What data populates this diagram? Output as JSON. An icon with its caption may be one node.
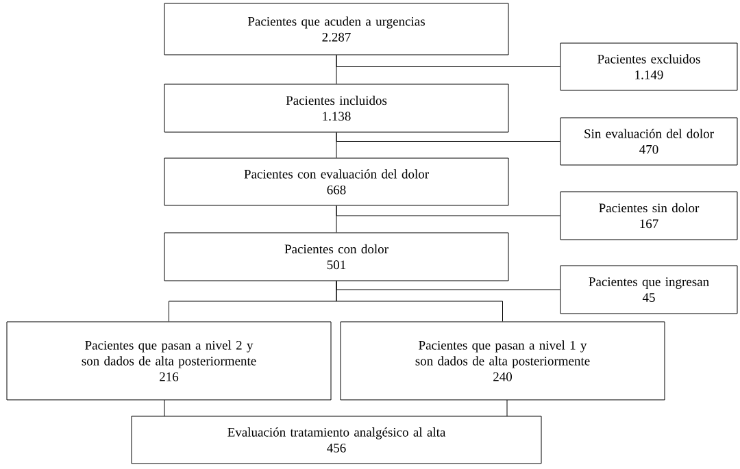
{
  "diagram": {
    "nodes": [
      {
        "text": [
          "Pacientes que acuden a urgencias",
          "2.287"
        ]
      },
      {
        "text": [
          "Pacientes excluidos",
          "1.149"
        ]
      },
      {
        "text": [
          "Pacientes incluidos",
          "1.138"
        ]
      },
      {
        "text": [
          "Sin evaluación del dolor",
          "470"
        ]
      },
      {
        "text": [
          "Pacientes con evaluación del dolor",
          "668"
        ]
      },
      {
        "text": [
          "Pacientes sin dolor",
          "167"
        ]
      },
      {
        "text": [
          "Pacientes con dolor",
          "501"
        ]
      },
      {
        "text": [
          "Pacientes que ingresan",
          "45"
        ]
      },
      {
        "text": [
          "Pacientes que pasan a nivel 2 y son dados de alta posteriormente",
          "216"
        ]
      },
      {
        "text": [
          "Pacientes que pasan a nivel 1 y son dados de alta posteriormente",
          "240"
        ]
      },
      {
        "text": [
          "Evaluación tratamiento analgésico al alta",
          "456"
        ]
      }
    ],
    "edges": [
      {
        "from": 0,
        "to": 2,
        "arrow": "none"
      },
      {
        "from": 0,
        "to": 1,
        "arrow": "none"
      },
      {
        "from": 2,
        "to": 4,
        "arrow": "none"
      },
      {
        "from": 2,
        "to": 3,
        "arrow": "none"
      },
      {
        "from": 4,
        "to": 6,
        "arrow": "none"
      },
      {
        "from": 4,
        "to": 5,
        "arrow": "none"
      },
      {
        "from": 6,
        "to": 7,
        "arrow": "none"
      },
      {
        "from": 6,
        "to": 8,
        "arrow": "none"
      },
      {
        "from": 6,
        "to": 9,
        "arrow": "none"
      },
      {
        "from": 8,
        "to": 10,
        "arrow": "none"
      },
      {
        "from": 9,
        "to": 10,
        "arrow": "none"
      }
    ]
  }
}
